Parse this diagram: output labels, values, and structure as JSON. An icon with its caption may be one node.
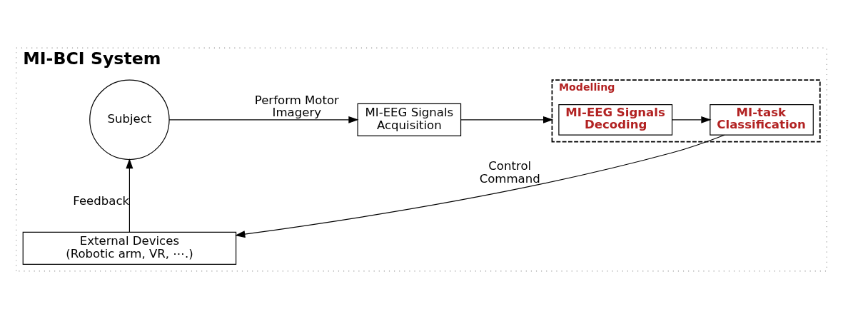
{
  "diagram": {
    "nodes": [
      {
        "text": [
          "MI-BCI System"
        ]
      },
      {
        "text": [
          "Subject"
        ],
        "in": 0
      },
      {
        "text": [
          "MI-EEG Signals Acquisition"
        ],
        "in": 0
      },
      {
        "text": [
          "Modelling"
        ],
        "in": 0
      },
      {
        "text": [
          "MI-EEG Signals Decoding"
        ],
        "in": 3
      },
      {
        "text": [
          "MI-task Classification"
        ],
        "in": 3
      },
      {
        "text": [
          "External Devices",
          "(Robotic arm, VR, ⋯.)"
        ],
        "in": 0
      }
    ],
    "edges": [
      {
        "from": 1,
        "to": 2,
        "arrow": "to",
        "label": "Perform Motor Imagery"
      },
      {
        "from": 2,
        "to": 3,
        "arrow": "to"
      },
      {
        "from": 4,
        "to": 5,
        "arrow": "to"
      },
      {
        "from": 5,
        "to": 6,
        "arrow": "to",
        "label": "Control Command"
      },
      {
        "from": 6,
        "to": 1,
        "arrow": "to",
        "label": "Feedback"
      }
    ]
  }
}
